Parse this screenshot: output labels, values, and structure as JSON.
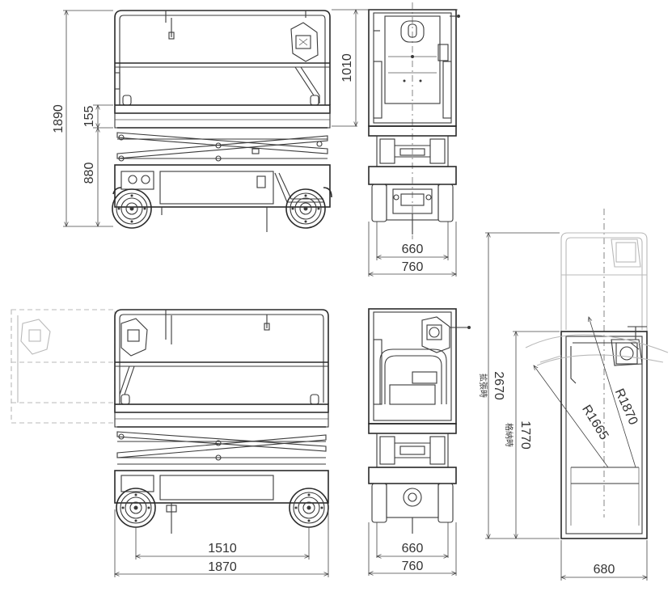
{
  "dimensions": {
    "side_total_height": "1890",
    "side_floor_to_rail": "155",
    "side_stowed_floor": "880",
    "front_top_height": "1010",
    "front_top_inner_width": "660",
    "front_top_outer_width": "760",
    "side_wheelbase": "1510",
    "side_overall_length": "1870",
    "front_bottom_inner_width": "660",
    "front_bottom_outer_width": "760",
    "plan_extended_length": "2670",
    "plan_extended_note": "拡張時",
    "plan_stowed_length": "1770",
    "plan_stowed_note": "格納時",
    "plan_width": "680",
    "turn_radius_outer": "R1870",
    "turn_radius_inner": "R1665"
  }
}
